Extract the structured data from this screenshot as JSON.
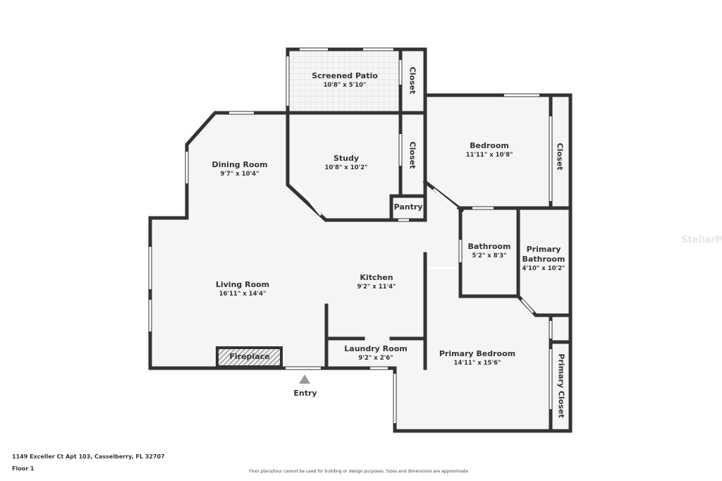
{
  "rooms": [
    {
      "name": "Screened Patio",
      "dim": "10'8\" x 5'10\""
    },
    {
      "name": "Dining Room",
      "dim": "9'7\" x 10'4\""
    },
    {
      "name": "Study",
      "dim": "10'8\" x 10'2\""
    },
    {
      "name": "Bedroom",
      "dim": "11'11\" x 10'8\""
    },
    {
      "name": "Bathroom",
      "dim": "5'2\" x 8'3\""
    },
    {
      "name": "Primary Bathroom",
      "dim": "4'10\" x 10'2\""
    },
    {
      "name": "Living Room",
      "dim": "16'11\" x 14'4\""
    },
    {
      "name": "Kitchen",
      "dim": "9'2\" x 11'4\""
    },
    {
      "name": "Laundry Room",
      "dim": "9'2\" x 2'6\""
    },
    {
      "name": "Primary Bedroom",
      "dim": "14'11\" x 15'6\""
    }
  ],
  "small_labels": {
    "closet": "Closet",
    "pantry": "Pantry",
    "fireplace": "Fireplace",
    "primary_closet": "Primary Closet",
    "entry": "Entry"
  },
  "footer": {
    "address": "1149 Exceller Ct Apt 103, Casselberry, FL 32707",
    "floor": "Floor 1",
    "disclaimer": "Floor plans/tour cannot be used for building or design purposes. Sizes and dimensions are approximate."
  },
  "watermark": "StellarMLS",
  "colors": {
    "wall": "#333333",
    "floor": "#f5f5f5"
  }
}
